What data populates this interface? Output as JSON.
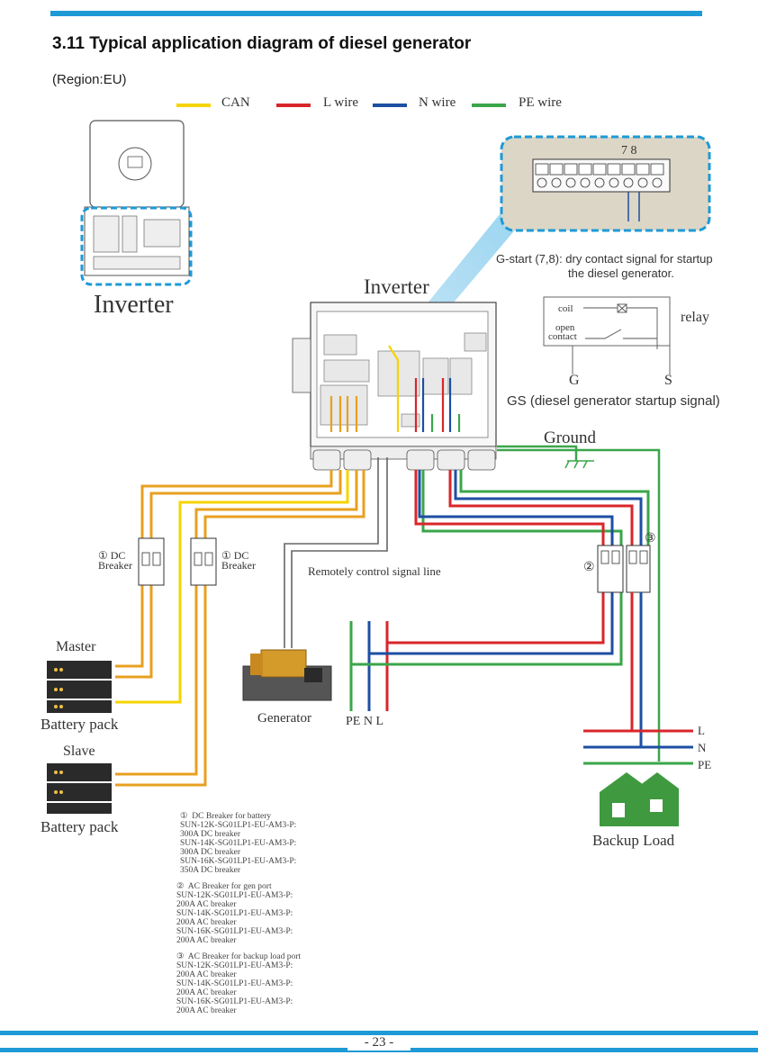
{
  "page": {
    "title": "3.11 Typical  application diagram of diesel generator",
    "region": "(Region:EU)",
    "page_number": "- 23 -"
  },
  "legend": [
    {
      "label": "CAN",
      "color": "#f5d400"
    },
    {
      "label": "L wire",
      "color": "#d9262a"
    },
    {
      "label": "N wire",
      "color": "#1d4fa3"
    },
    {
      "label": "PE wire",
      "color": "#3aa64a"
    }
  ],
  "colors": {
    "accent_bar": "#1e9ad6",
    "battery_wire": "#e8a020",
    "can_wire": "#f5d400",
    "l_wire": "#d9262a",
    "n_wire": "#1d4fa3",
    "pe_wire": "#3aa64a",
    "highlight_dash": "#1e9ad6",
    "house": "#3f9a3f"
  },
  "diagram": {
    "inverter_left_label": "Inverter",
    "inverter_main_label": "Inverter",
    "terminal_numbers": "7  8",
    "gstart_text_line1": "G-start (7,8): dry contact signal for startup",
    "gstart_text_line2": "the diesel generator.",
    "relay_label": "relay",
    "coil_label": "coil",
    "open_contact_line1": "open",
    "open_contact_line2": "contact",
    "g_label": "G",
    "s_label": "S",
    "gs_caption": "GS (diesel generator startup signal)",
    "ground_label": "Ground",
    "dc_breaker_left": "① DC\nBreaker",
    "dc_breaker_right": "① DC\nBreaker",
    "breaker_2_marker": "②",
    "breaker_3_marker": "③",
    "remote_signal_label": "Remotely control signal line",
    "generator_label": "Generator",
    "grid_labels": "PE N  L",
    "master_label": "Master",
    "battery_pack_1": "Battery pack",
    "slave_label": "Slave",
    "battery_pack_2": "Battery pack",
    "load_l": "L",
    "load_n": "N",
    "load_pe": "PE",
    "backup_load_label": "Backup Load"
  },
  "notes": {
    "dc_breaker": "①  DC Breaker for battery\nSUN-12K-SG01LP1-EU-AM3-P:\n300A DC breaker\nSUN-14K-SG01LP1-EU-AM3-P:\n300A DC breaker\nSUN-16K-SG01LP1-EU-AM3-P:\n350A DC breaker",
    "gen_breaker": "②  AC Breaker for gen port\nSUN-12K-SG01LP1-EU-AM3-P:\n200A AC breaker\nSUN-14K-SG01LP1-EU-AM3-P:\n200A AC breaker\nSUN-16K-SG01LP1-EU-AM3-P:\n200A AC breaker",
    "load_breaker": "③  AC Breaker for backup load port\nSUN-12K-SG01LP1-EU-AM3-P:\n200A AC breaker\nSUN-14K-SG01LP1-EU-AM3-P:\n200A AC breaker\nSUN-16K-SG01LP1-EU-AM3-P:\n200A AC breaker"
  }
}
